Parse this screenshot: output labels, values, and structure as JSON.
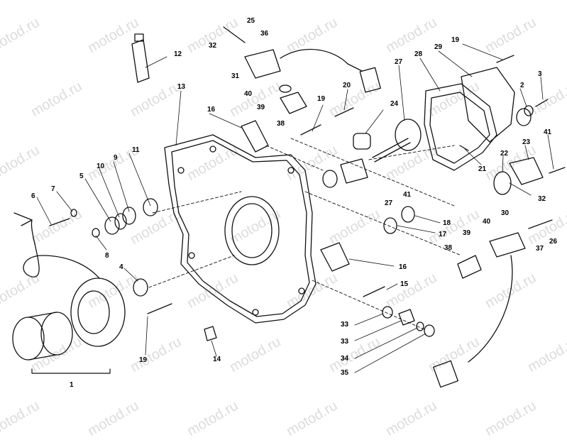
{
  "watermark": "motod.ru",
  "callouts": [
    "1",
    "2",
    "3",
    "4",
    "5",
    "6",
    "7",
    "8",
    "9",
    "10",
    "11",
    "12",
    "13",
    "14",
    "15",
    "16",
    "16",
    "17",
    "18",
    "19",
    "19",
    "19",
    "20",
    "21",
    "22",
    "23",
    "24",
    "25",
    "26",
    "27",
    "27",
    "28",
    "29",
    "30",
    "31",
    "32",
    "32",
    "33",
    "33",
    "34",
    "35",
    "36",
    "37",
    "38",
    "38",
    "39",
    "39",
    "40",
    "40",
    "41",
    "41"
  ]
}
